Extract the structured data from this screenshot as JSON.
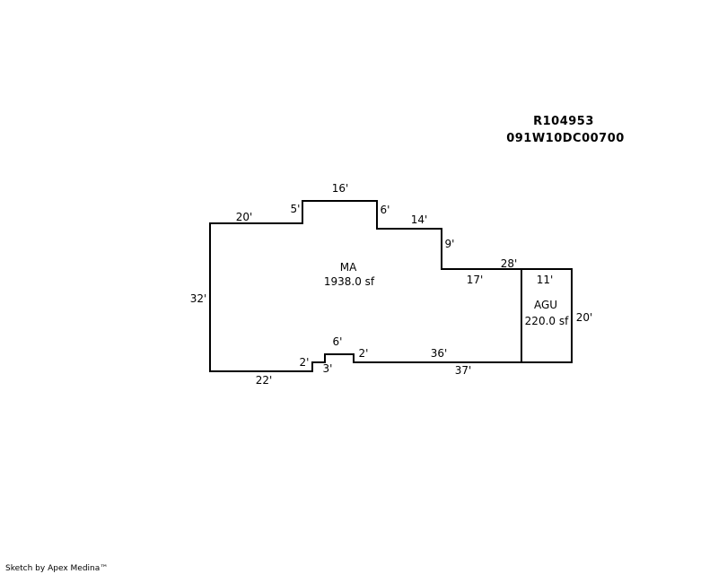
{
  "header": {
    "parcel_id": "R104953",
    "map_number": "091W10DC00700"
  },
  "areas": {
    "main": {
      "code": "MA",
      "area": "1938.0 sf"
    },
    "garage": {
      "code": "AGU",
      "area": "220.0 sf"
    }
  },
  "dimensions": {
    "left_top": "20'",
    "step_up": "5'",
    "top": "16'",
    "step_down_1": "6'",
    "mid_top": "14'",
    "step_down_2": "9'",
    "right_top": "28'",
    "inner_bottom": "17'",
    "garage_width": "11'",
    "garage_depth": "20'",
    "left_side": "32'",
    "bottom_left": "22'",
    "notch_left": "2'",
    "notch_bottom": "3'",
    "notch_top": "6'",
    "notch_right": "2'",
    "bottom_mid": "36'",
    "bottom_right": "37'"
  },
  "footer": {
    "credit": "Sketch by Apex Medina™"
  }
}
